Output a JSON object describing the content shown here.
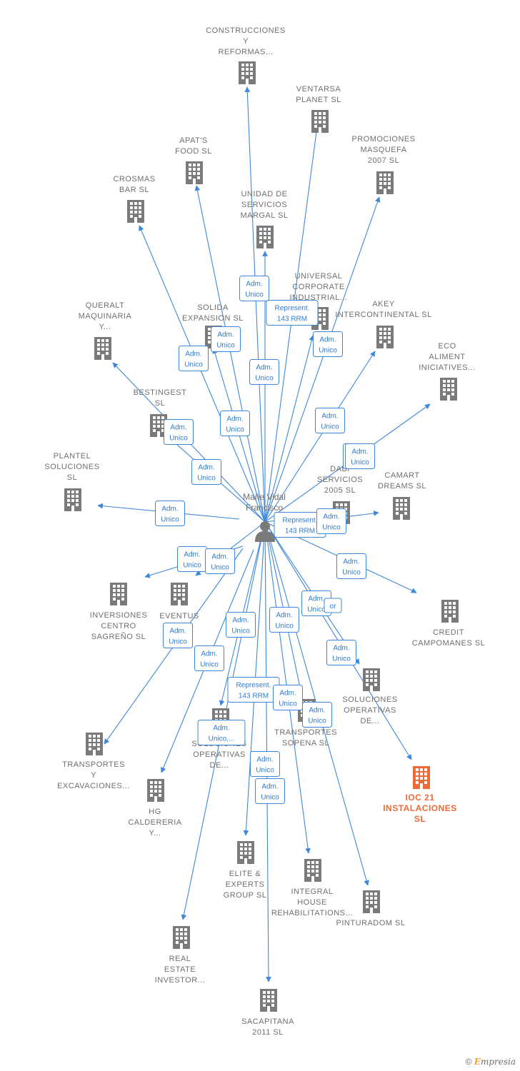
{
  "center": {
    "name_line1": "Mañe Vidal",
    "name_line2": "Francisco"
  },
  "nodes": [
    {
      "id": "n1",
      "lines": [
        "CONSTRUCCIONES",
        "Y",
        "REFORMAS..."
      ]
    },
    {
      "id": "n2",
      "lines": [
        "VENTARSA",
        "PLANET SL"
      ]
    },
    {
      "id": "n3",
      "lines": [
        "PROMOCIONES",
        "MASQUEFA",
        "2007 SL"
      ]
    },
    {
      "id": "n4",
      "lines": [
        "APAT'S",
        "FOOD  SL"
      ]
    },
    {
      "id": "n5",
      "lines": [
        "CROSMAS",
        "BAR SL"
      ]
    },
    {
      "id": "n6",
      "lines": [
        "UNIDAD DE",
        "SERVICIOS",
        "MARGAL SL"
      ]
    },
    {
      "id": "n7",
      "lines": [
        "UNIVERSAL",
        "CORPORATE",
        "INDUSTRIAL..."
      ]
    },
    {
      "id": "n8",
      "lines": [
        "AKEY",
        "INTERCONTINENTAL SL"
      ]
    },
    {
      "id": "n9",
      "lines": [
        "SOLIDA",
        "EXPANSION  SL"
      ]
    },
    {
      "id": "n10",
      "lines": [
        "QUERALT",
        "MAQUINARIA",
        "Y..."
      ]
    },
    {
      "id": "n11",
      "lines": [
        "ECO",
        "ALIMENT",
        "INICIATIVES..."
      ]
    },
    {
      "id": "n12",
      "lines": [
        "BESTINGEST",
        "SL"
      ]
    },
    {
      "id": "n13",
      "lines": [
        "PLANTEL",
        "SOLUCIONES",
        "SL"
      ]
    },
    {
      "id": "n14",
      "lines": [
        "DABI",
        "SERVICIOS",
        "2005 SL"
      ]
    },
    {
      "id": "n15",
      "lines": [
        "CAMART",
        "DREAMS SL"
      ]
    },
    {
      "id": "n16",
      "lines": [
        "INVERSIONES",
        "CENTRO",
        "SAGREÑO  SL"
      ]
    },
    {
      "id": "n17",
      "lines": [
        "EVENTUS"
      ]
    },
    {
      "id": "n18",
      "lines": [
        "CREDIT",
        "CAMPOMANES SL"
      ]
    },
    {
      "id": "n19",
      "lines": [
        "SOLUCIONES",
        "OPERATIVAS",
        "DE..."
      ]
    },
    {
      "id": "n20",
      "lines": [
        "TRANSPORTES",
        "SOPENA SL"
      ]
    },
    {
      "id": "n21",
      "lines": [
        "SOLUCIONES",
        "OPERATIVAS",
        "DE..."
      ]
    },
    {
      "id": "n22",
      "lines": [
        "TRANSPORTES",
        "Y",
        "EXCAVACIONES..."
      ]
    },
    {
      "id": "n23",
      "lines": [
        "IOC 21",
        "INSTALACIONES",
        "SL"
      ]
    },
    {
      "id": "n24",
      "lines": [
        "HG",
        "CALDERERIA",
        "Y..."
      ]
    },
    {
      "id": "n25",
      "lines": [
        "ELITE &",
        "EXPERTS",
        "GROUP  SL"
      ]
    },
    {
      "id": "n26",
      "lines": [
        "INTEGRAL",
        "HOUSE",
        "REHABILITATIONS..."
      ]
    },
    {
      "id": "n27",
      "lines": [
        "PINTURADOM SL"
      ]
    },
    {
      "id": "n28",
      "lines": [
        "REAL",
        "ESTATE",
        "INVESTOR..."
      ]
    },
    {
      "id": "n29",
      "lines": [
        "SACAPITANA",
        "2011 SL"
      ]
    }
  ],
  "edge_labels": [
    {
      "target": "n1",
      "lines": [
        "Adm.",
        "Unico"
      ]
    },
    {
      "target": "n2",
      "lines": [
        "Represent.",
        "143 RRM"
      ]
    },
    {
      "target": "n3",
      "lines": [
        "Adm.",
        "Unico"
      ]
    },
    {
      "target": "n4",
      "lines": [
        "Adm.",
        "Unico"
      ]
    },
    {
      "target": "n5",
      "lines": [
        "Adm.",
        "Unico"
      ]
    },
    {
      "target": "n6",
      "lines": [
        "Adm.",
        "Unico"
      ]
    },
    {
      "target": "n7",
      "lines": [
        "Adm.",
        "Unico"
      ]
    },
    {
      "target": "n8",
      "lines": [
        "Adm.",
        "Unico"
      ]
    },
    {
      "target": "n9",
      "lines": [
        "Adm.",
        "Unico"
      ]
    },
    {
      "target": "n10",
      "lines": [
        "Adm.",
        "Unico"
      ]
    },
    {
      "target": "n11",
      "lines": [
        "Adm.",
        "Unico"
      ]
    },
    {
      "target": "n12",
      "lines": [
        "Adm.",
        "Unico"
      ]
    },
    {
      "target": "n13",
      "lines": [
        "Adm.",
        "Unico"
      ]
    },
    {
      "target": "n14",
      "lines": [
        "Represent.",
        "143 RRM"
      ]
    },
    {
      "target": "n15",
      "lines": [
        "Adm.",
        "Unico"
      ]
    },
    {
      "target": "n16",
      "lines": [
        "Adm.",
        "Unico"
      ]
    },
    {
      "target": "n17",
      "lines": [
        "Adm.",
        "Unico"
      ]
    },
    {
      "target": "n18",
      "lines": [
        "Adm.",
        "Unico"
      ]
    },
    {
      "target": "n19",
      "lines": [
        "Adm.",
        "Unico"
      ]
    },
    {
      "target": "n20",
      "lines": [
        "Adm.",
        "Unico"
      ]
    },
    {
      "target": "n21",
      "lines": [
        "Adm.",
        "Unico,..."
      ]
    },
    {
      "target": "n22",
      "lines": [
        "Adm.",
        "Unico"
      ]
    },
    {
      "target": "n23",
      "lines": [
        "Adm.",
        "Unico"
      ]
    },
    {
      "target": "n24",
      "lines": [
        "Adm.",
        "Unico"
      ]
    },
    {
      "target": "n25",
      "lines": [
        "Represent.",
        "143 RRM"
      ]
    },
    {
      "target": "n26",
      "lines": [
        "Adm.",
        "Unico"
      ]
    },
    {
      "target": "n27",
      "lines": [
        "Adm.",
        "Unico"
      ]
    },
    {
      "target": "n28",
      "lines": [
        "Adm.",
        "Unico"
      ]
    },
    {
      "target": "n29",
      "lines": [
        "Adm.",
        "Unico"
      ]
    },
    {
      "target": "n29b",
      "lines": [
        "Adm.",
        "Unico"
      ]
    },
    {
      "target": "n20b",
      "lines": [
        "or"
      ]
    }
  ],
  "highlight_node": "n23",
  "colors": {
    "edge": "#3f88d8",
    "node": "#7a7a7a",
    "highlight": "#ee6a37",
    "label": "#6f6f6f"
  },
  "footer": {
    "copyright": "©",
    "brand_initial": "E",
    "brand_rest": "mpresia"
  }
}
